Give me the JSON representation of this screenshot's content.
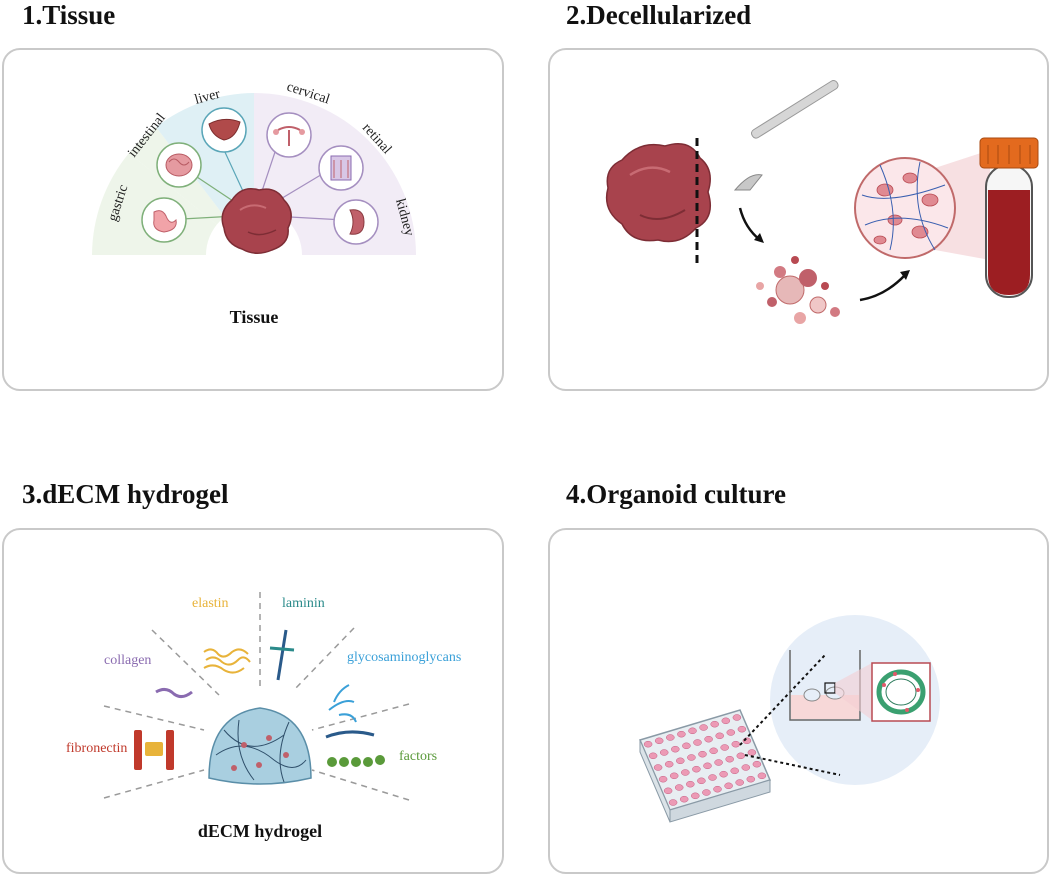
{
  "sections": {
    "tissue": {
      "title": "1.Tissue",
      "center_label": "Tissue",
      "organs": [
        "gastric",
        "intestinal",
        "liver",
        "cervical",
        "retinal",
        "kidney"
      ],
      "colors": {
        "green": "#eef5ea",
        "blue": "#dff0f5",
        "purple": "#f2ecf6"
      }
    },
    "decell": {
      "title": "2.Decellularized"
    },
    "hydrogel": {
      "title": "3.dECM hydrogel",
      "center_label": "dECM hydrogel",
      "components": {
        "elastin": "elastin",
        "laminin": "laminin",
        "collagen": "collagen",
        "glycosaminoglycans": "glycosaminoglycans",
        "fibronectin": "fibronectin",
        "factors": "factors"
      },
      "colors": {
        "elastin": "#e8b33a",
        "laminin": "#2a8a8a",
        "collagen": "#8a6bb0",
        "glycosaminoglycans": "#3aa0d8",
        "fibronectin": "#c0392b",
        "factors": "#5a9a3a"
      }
    },
    "organoid": {
      "title": "4.Organoid culture"
    }
  }
}
